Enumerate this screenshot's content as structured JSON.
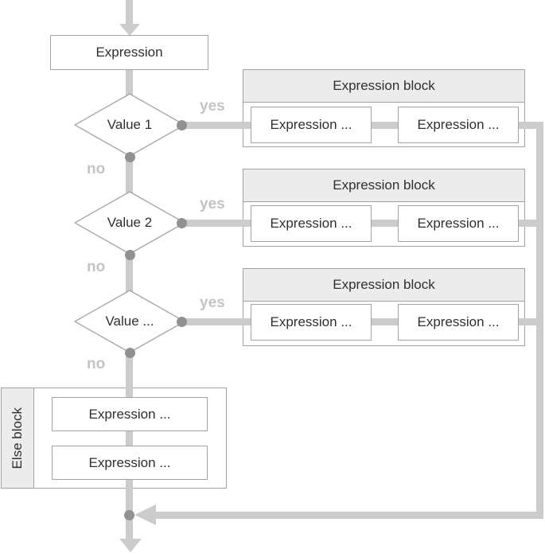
{
  "diagram": {
    "kind": "flowchart",
    "description": "multi-branch conditional (switch / if-elif-else) flow diagram",
    "colors": {
      "connector_line": "#cccccc",
      "junction_dot": "#919192",
      "shape_border": "#a3a3a3",
      "block_header_fill": "#ececec",
      "shape_text": "#2f2f2f",
      "branch_label_text": "#c4c4c4",
      "background": "#ffffff"
    },
    "start": {
      "label": "Expression"
    },
    "branches": [
      {
        "condition": "Value 1",
        "yes_label": "yes",
        "no_label": "no",
        "block": {
          "title": "Expression block",
          "items": [
            "Expression ...",
            "Expression ..."
          ]
        }
      },
      {
        "condition": "Value 2",
        "yes_label": "yes",
        "no_label": "no",
        "block": {
          "title": "Expression block",
          "items": [
            "Expression ...",
            "Expression ..."
          ]
        }
      },
      {
        "condition": "Value ...",
        "yes_label": "yes",
        "no_label": "no",
        "block": {
          "title": "Expression block",
          "items": [
            "Expression ...",
            "Expression ..."
          ]
        }
      }
    ],
    "else_block": {
      "title": "Else block",
      "items": [
        "Expression ...",
        "Expression ..."
      ]
    }
  }
}
